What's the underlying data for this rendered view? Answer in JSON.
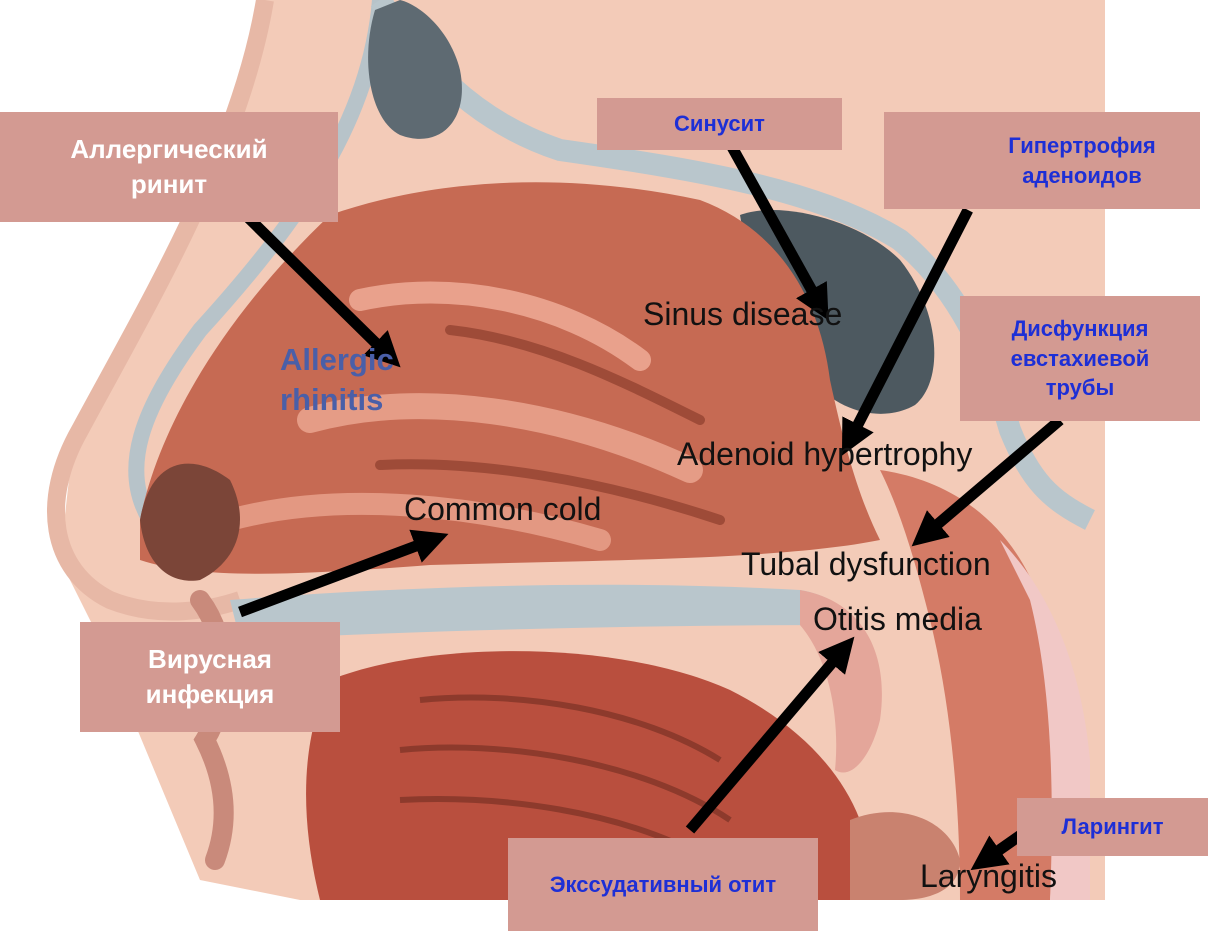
{
  "labels_en": {
    "sinus": "Sinus disease",
    "allergic": "Allergic rhinitis",
    "adenoid": "Adenoid hypertrophy",
    "cold": "Common cold",
    "tubal": "Tubal dysfunction",
    "otitis": "Otitis media",
    "laryngitis": "Laryngitis"
  },
  "labels_ru": {
    "allergic": "Аллергический ринит",
    "sinusitis": "Синусит",
    "adenoid": "Гипертрофия аденоидов",
    "tubal": "Дисфункция евстахиевой трубы",
    "viral": "Вирусная инфекция",
    "otitis": "Экссудативный отит",
    "laryngitis": "Ларингит"
  },
  "colors": {
    "box_fill": "#d39a92",
    "box_text_white": "#ffffff",
    "box_text_blue": "#1d2fd6",
    "arrow": "#000000"
  }
}
